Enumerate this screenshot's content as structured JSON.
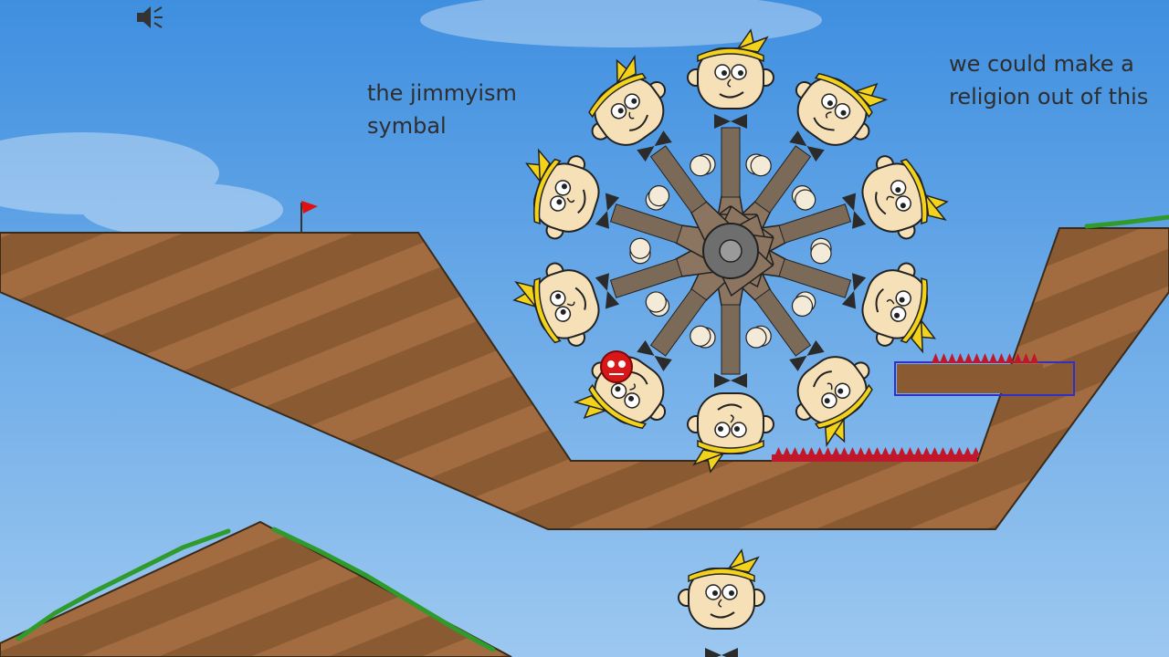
{
  "captions": {
    "left": "the jimmyism\nsymbal",
    "right": "we could make a\nreligion out of this"
  },
  "hud": {
    "sound_icon": "speaker-mute-icon"
  },
  "characters": {
    "name_hint": "jimmy-head",
    "ring_count": 10,
    "extra_count": 1
  },
  "colors": {
    "sky_top": "#3f8fe0",
    "sky_bottom": "#9cc8f0",
    "dirt": "#8a5a32",
    "dirt_stripe": "#a26c40",
    "grass": "#3fae3a",
    "skin": "#f6e0b8",
    "hair": "#f2d21a",
    "suit": "#8b7560",
    "spikes": "#c0182a",
    "ball": "#d81818",
    "flag": "#e01010",
    "platform_outline": "#3030c8"
  }
}
